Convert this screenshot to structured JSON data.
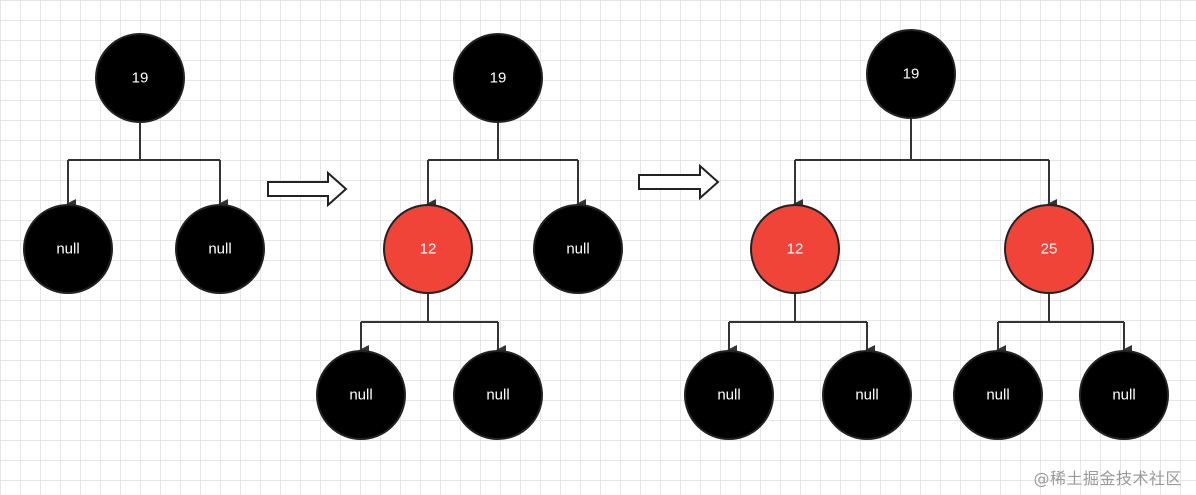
{
  "colors": {
    "black": "#000000",
    "red": "#f04438",
    "stroke": "#333333"
  },
  "trees": [
    {
      "root": {
        "label": "19",
        "color": "black"
      },
      "children": [
        {
          "label": "null",
          "color": "black"
        },
        {
          "label": "null",
          "color": "black"
        }
      ]
    },
    {
      "root": {
        "label": "19",
        "color": "black"
      },
      "children": [
        {
          "label": "12",
          "color": "red",
          "children": [
            {
              "label": "null",
              "color": "black"
            },
            {
              "label": "null",
              "color": "black"
            }
          ]
        },
        {
          "label": "null",
          "color": "black"
        }
      ]
    },
    {
      "root": {
        "label": "19",
        "color": "black"
      },
      "children": [
        {
          "label": "12",
          "color": "red",
          "children": [
            {
              "label": "null",
              "color": "black"
            },
            {
              "label": "null",
              "color": "black"
            }
          ]
        },
        {
          "label": "25",
          "color": "red",
          "children": [
            {
              "label": "null",
              "color": "black"
            },
            {
              "label": "null",
              "color": "black"
            }
          ]
        }
      ]
    }
  ],
  "watermark": "@稀土掘金技术社区"
}
